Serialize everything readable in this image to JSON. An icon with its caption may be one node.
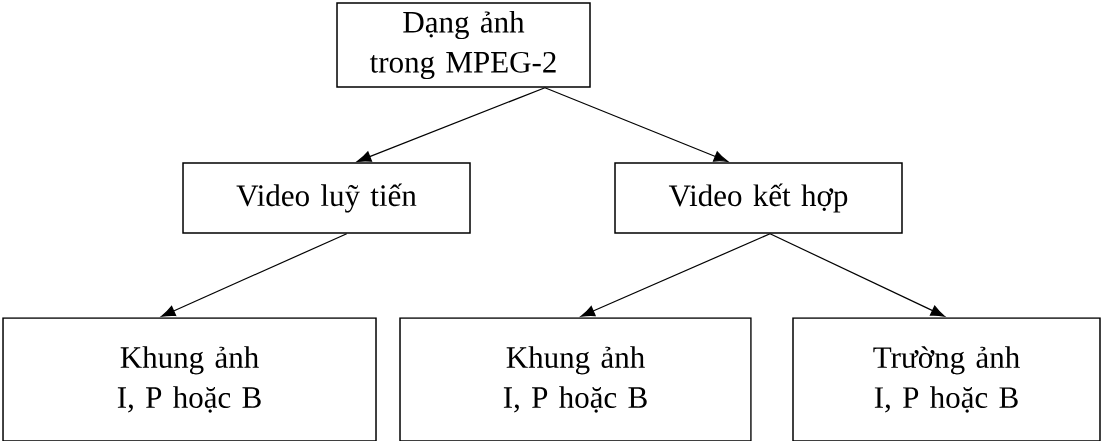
{
  "diagram": {
    "nodes": [
      {
        "text": [
          "Dạng ảnh trong MPEG-2"
        ]
      },
      {
        "text": [
          "Video luỹ tiến"
        ]
      },
      {
        "text": [
          "Video kết hợp"
        ]
      },
      {
        "text": [
          "Khung ảnh I, P hoặc B"
        ]
      },
      {
        "text": [
          "Khung ảnh I, P hoặc B"
        ]
      },
      {
        "text": [
          "Trường ảnh I, P hoặc B"
        ]
      }
    ],
    "edges": [
      {
        "from": 0,
        "to": 1,
        "arrow": "to"
      },
      {
        "from": 0,
        "to": 2,
        "arrow": "to"
      },
      {
        "from": 1,
        "to": 3,
        "arrow": "to"
      },
      {
        "from": 2,
        "to": 4,
        "arrow": "to"
      },
      {
        "from": 2,
        "to": 5,
        "arrow": "to"
      }
    ]
  }
}
